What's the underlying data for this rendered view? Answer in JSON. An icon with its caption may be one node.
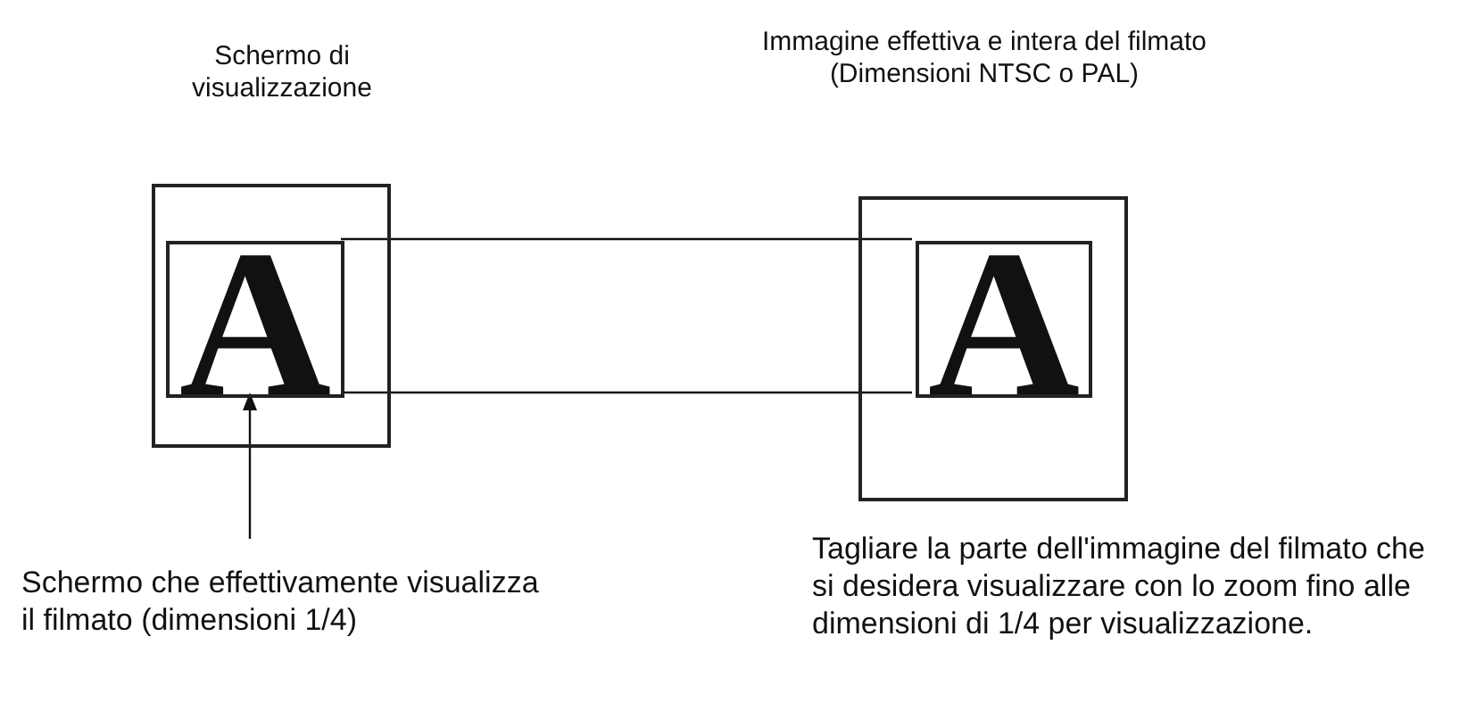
{
  "diagram": {
    "nodes": [
      {
        "text": [
          "Schermo di visualizzazione"
        ]
      },
      {
        "text": [
          "A"
        ],
        "in": 0
      },
      {
        "text": [
          "Schermo che effettivamente visualizza il filmato (dimensioni 1/4)"
        ]
      },
      {
        "text": [
          "Immagine effettiva e intera del filmato (Dimensioni NTSC o PAL)"
        ],
        "beside": [
          "Tagliare la parte dell'immagine del filmato che si desidera visualizzare con lo zoom fino alle dimensioni di 1/4 per visualizzazione."
        ]
      },
      {
        "text": [
          "A"
        ],
        "in": 3
      }
    ],
    "edges": [
      {
        "from": 1,
        "to": 4,
        "arrow": "none"
      },
      {
        "from": 1,
        "to": 4,
        "arrow": "none"
      },
      {
        "from": 2,
        "to": 1,
        "arrow": "to"
      }
    ]
  }
}
